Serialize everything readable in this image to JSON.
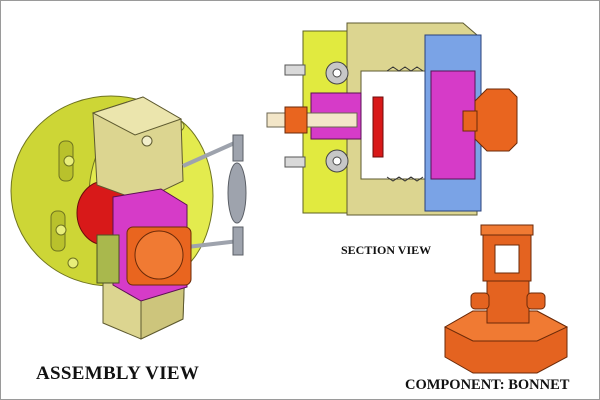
{
  "labels": {
    "assembly": "ASSEMBLY VIEW",
    "section": "SECTION VIEW",
    "component": "COMPONENT: BONNET"
  },
  "colors": {
    "yellow_green": "#dbe43a",
    "khaki": "#dcd590",
    "magenta": "#d63bc8",
    "orange": "#e9651f",
    "red": "#d81919",
    "grey": "#9ea3ad",
    "blue": "#7aa3e6",
    "background": "#ffffff"
  }
}
